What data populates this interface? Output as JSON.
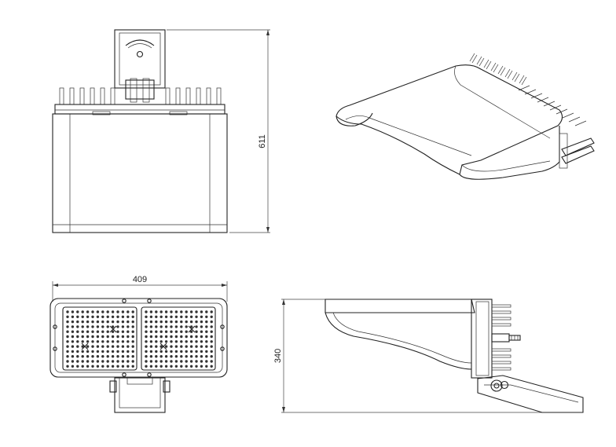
{
  "dimensions": {
    "height": "611",
    "width": "409",
    "depth": "340"
  },
  "colors": {
    "line": "#222222",
    "background": "#ffffff"
  }
}
